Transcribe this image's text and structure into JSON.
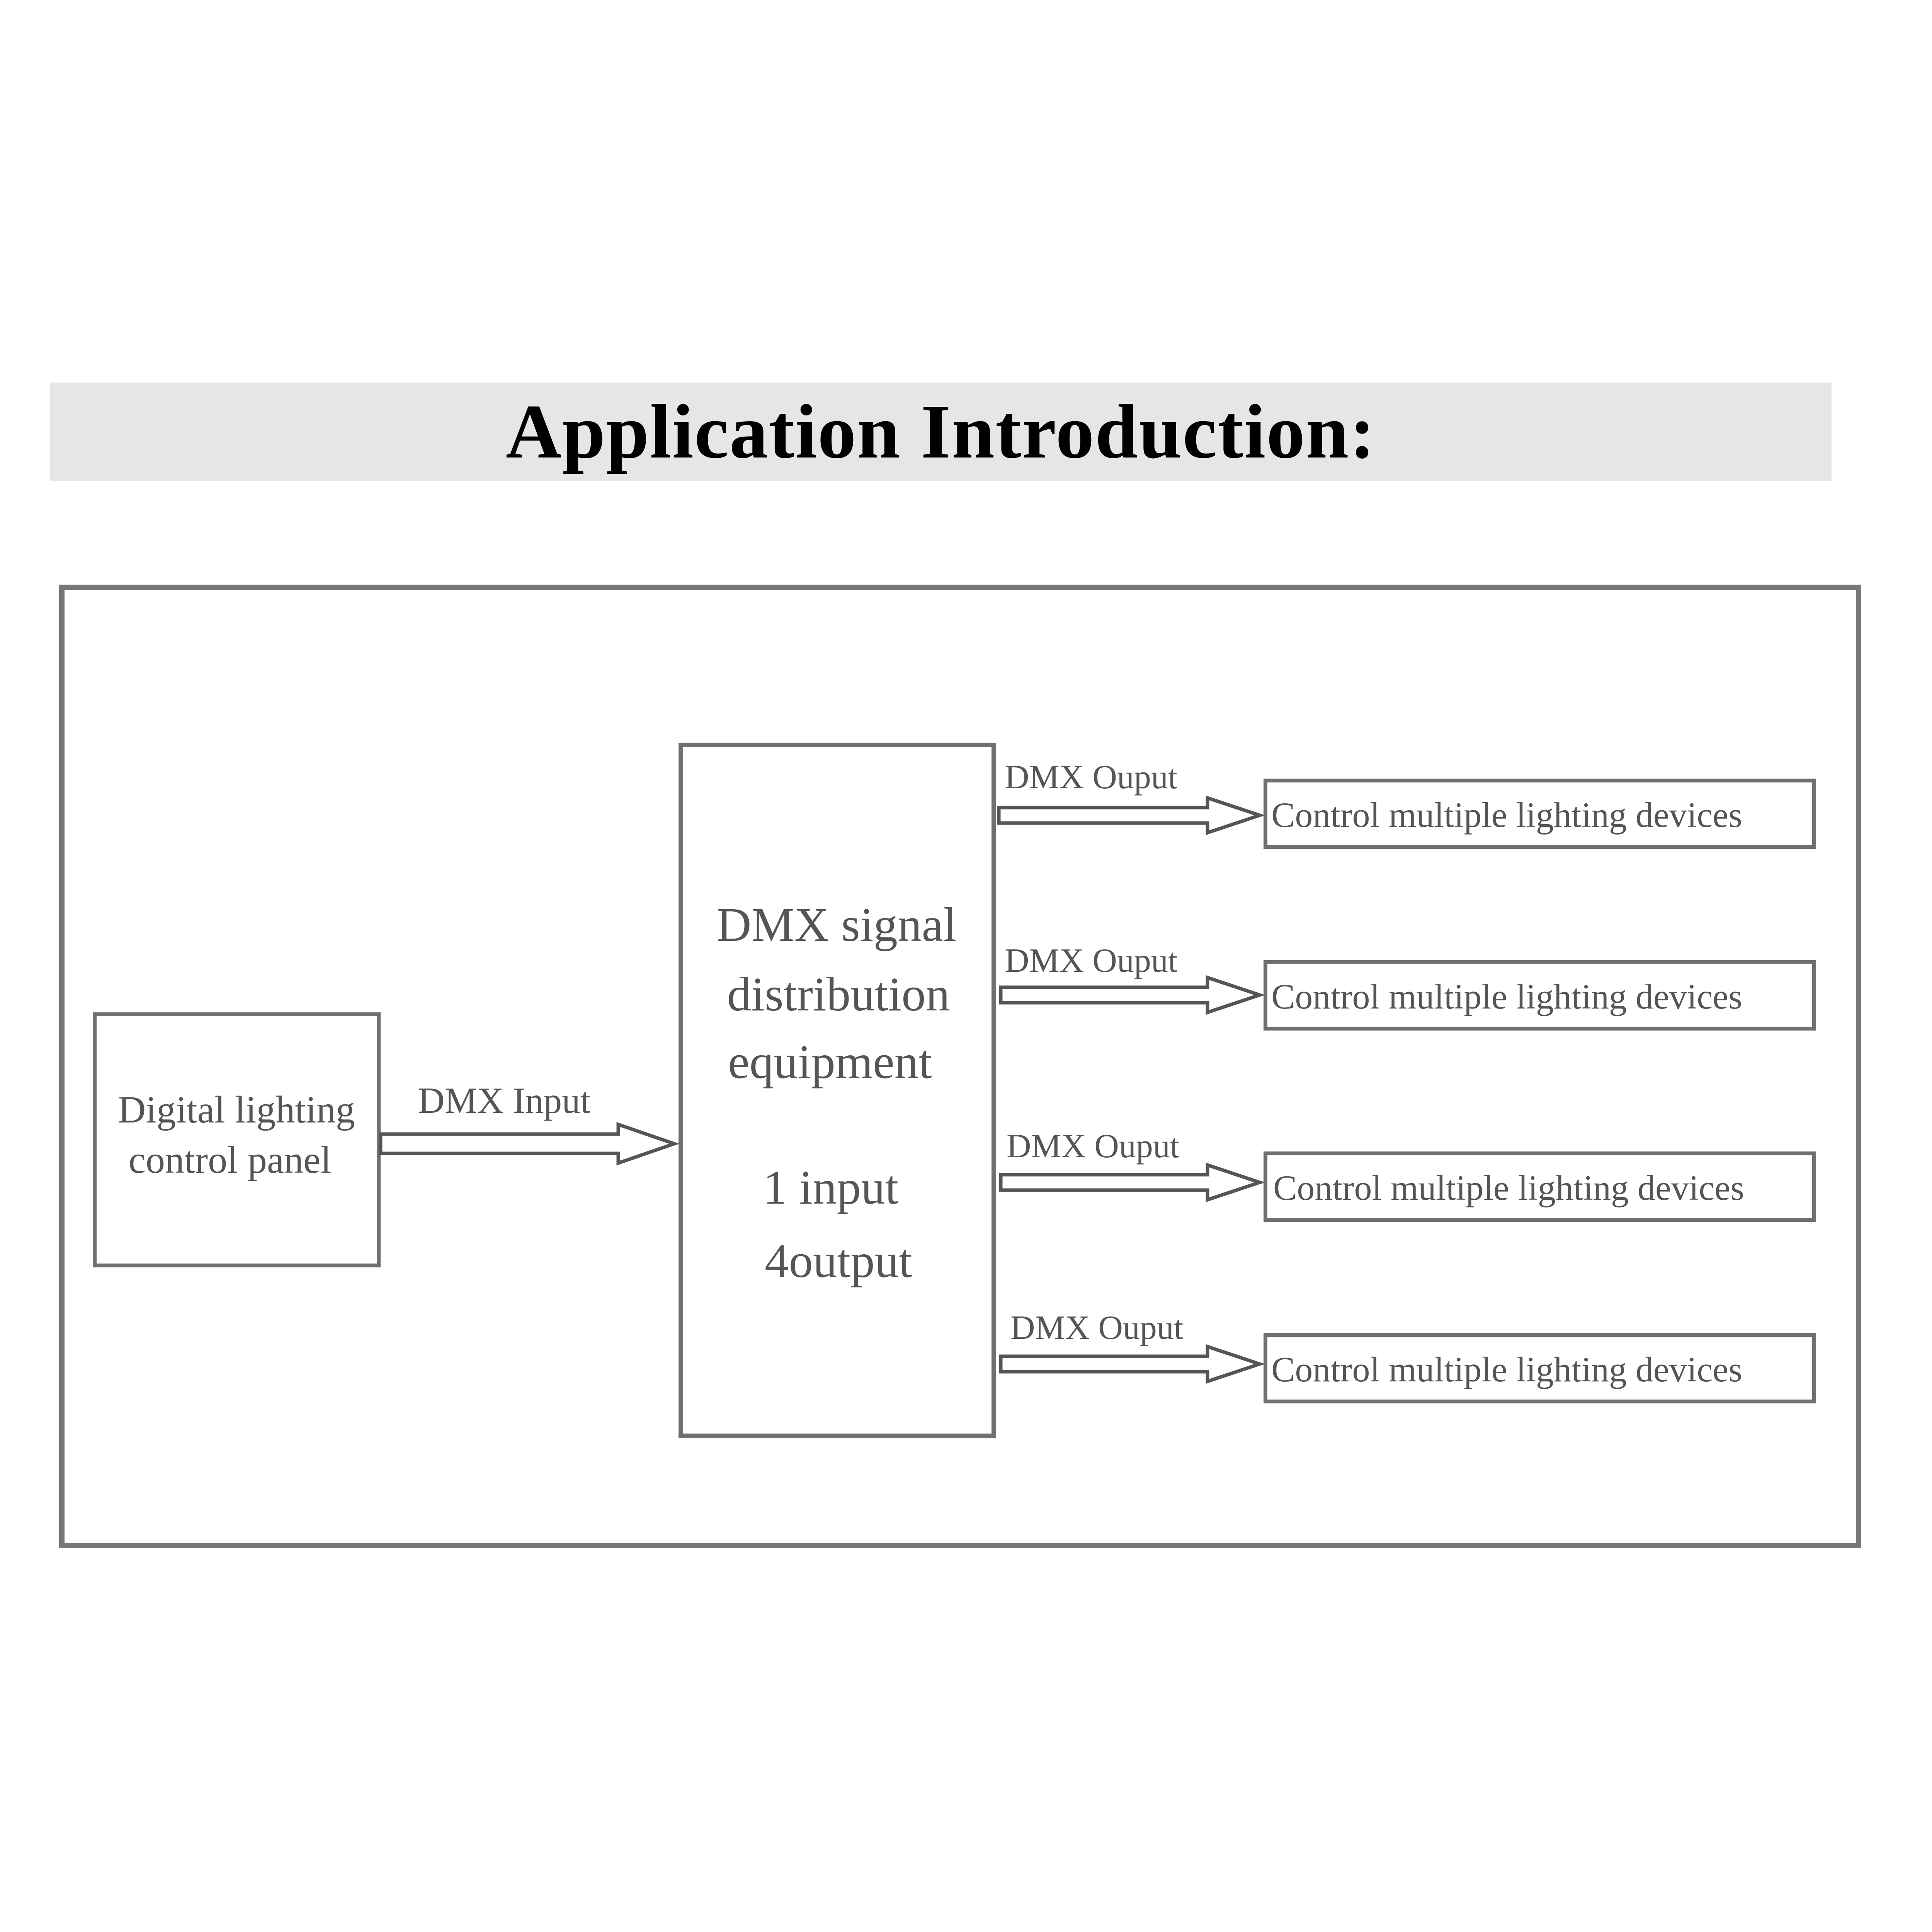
{
  "title": "Application Introduction:",
  "diagram": {
    "source_box": {
      "line1": "Digital lighting",
      "line2": "control panel"
    },
    "input_label": "DMX Input",
    "center_box": {
      "line1": "DMX signal",
      "line2": "distribution",
      "line3": "equipment",
      "line4": "1 input",
      "line5": "4output"
    },
    "outputs": [
      {
        "label": "DMX Ouput",
        "device": "Control multiple lighting devices"
      },
      {
        "label": "DMX Ouput",
        "device": "Control multiple lighting devices"
      },
      {
        "label": "DMX Ouput",
        "device": "Control multiple lighting devices"
      },
      {
        "label": "DMX Ouput",
        "device": "Control multiple lighting devices"
      }
    ]
  }
}
